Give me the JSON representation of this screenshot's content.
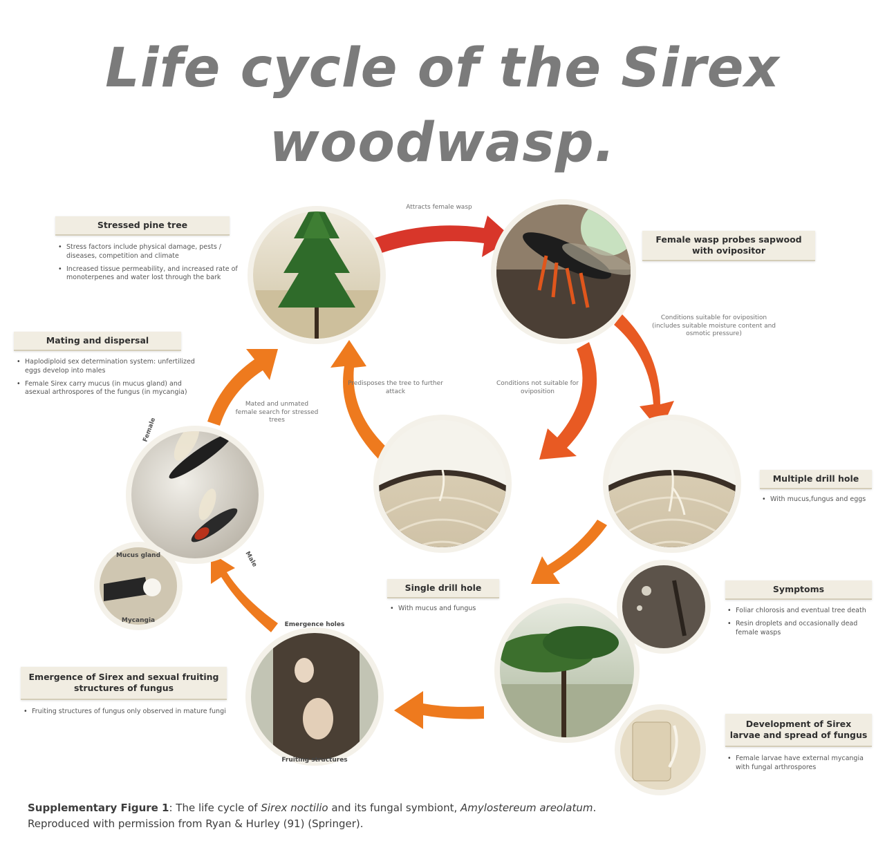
{
  "title": {
    "line1": "Life cycle of the Sirex",
    "line2": "woodwasp."
  },
  "stages": {
    "stressed_pine": {
      "heading": "Stressed pine tree",
      "bullets": [
        "Stress factors include physical damage, pests / diseases, competition and climate",
        "Increased tissue permeability, and increased rate of monoterpenes and water lost through the bark"
      ]
    },
    "female_probes": {
      "heading": "Female wasp probes sapwood with ovipositor"
    },
    "mating": {
      "heading": "Mating and dispersal",
      "bullets": [
        "Haplodiploid sex determination system: unfertilized eggs develop into males",
        "Female Sirex carry mucus (in mucus gland) and asexual arthrospores of the fungus (in mycangia)"
      ]
    },
    "multiple_drill": {
      "heading": "Multiple drill hole",
      "bullets": [
        "With mucus,fungus and eggs"
      ]
    },
    "single_drill": {
      "heading": "Single drill hole",
      "bullets": [
        "With mucus and fungus"
      ]
    },
    "symptoms": {
      "heading": "Symptoms",
      "bullets": [
        "Foliar chlorosis and eventual tree death",
        "Resin droplets and occasionally dead female wasps"
      ]
    },
    "emergence": {
      "heading": "Emergence of Sirex and sexual fruiting structures of fungus",
      "bullets": [
        "Fruiting structures of fungus only observed in mature fungi"
      ]
    },
    "development": {
      "heading": "Development of Sirex larvae and spread of fungus",
      "bullets": [
        "Female larvae have external mycangia with fungal arthrospores"
      ]
    }
  },
  "notes": {
    "attract": "Attracts female wasp",
    "suitable": "Conditions suitable for oviposition (includes suitable moisture content and osmotic pressure)",
    "not_suitable": "Conditions not suitable for oviposition",
    "predisposes": "Predisposes the tree to further attack",
    "mated": "Mated and unmated female search for stressed trees"
  },
  "image_labels": {
    "female": "Female",
    "male": "Male",
    "mucus_gland": "Mucus gland",
    "mycangia": "Mycangia",
    "emergence_holes": "Emergence holes",
    "fruiting": "Fruiting structures"
  },
  "caption": {
    "label": "Supplementary Figure 1",
    "text_a": ": The life cycle of ",
    "species": "Sirex noctilio",
    "text_b": " and its fungal symbiont, ",
    "fungus": "Amylostereum areolatum",
    "text_c": ".",
    "line2": "Reproduced with permission from Ryan & Hurley (91) (Springer)."
  },
  "colors": {
    "title": "#7b7b7b",
    "arrow_red": "#d8362a",
    "arrow_orange": "#ee7a1e",
    "box_bg": "#f1ede2"
  }
}
